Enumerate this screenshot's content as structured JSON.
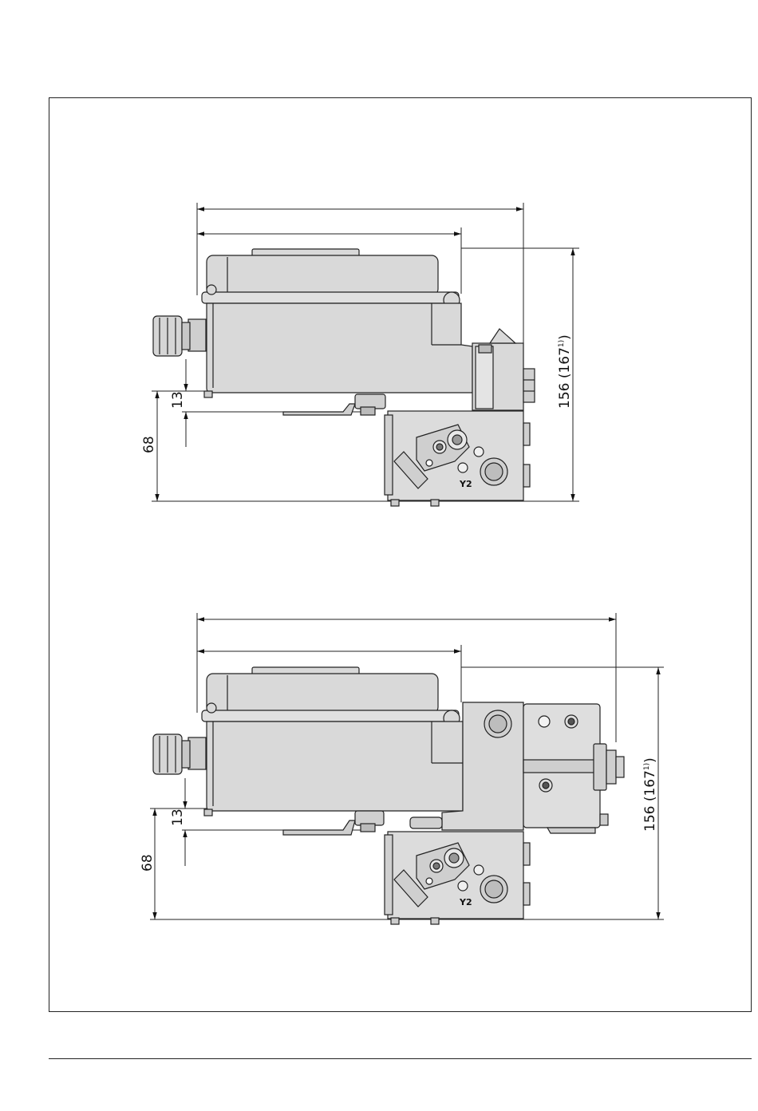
{
  "diagrams": [
    {
      "id": "top",
      "dim_height_main": "156 (167",
      "dim_height_sup": "1)",
      "dim_height_close": ")",
      "dim_68": "68",
      "dim_13": "13",
      "valve_label": "Y2"
    },
    {
      "id": "bottom",
      "dim_height_main": "156 (167",
      "dim_height_sup": "1)",
      "dim_height_close": ")",
      "dim_68": "68",
      "dim_13": "13",
      "valve_label": "Y2"
    }
  ],
  "colors": {
    "body_fill": "#d9d9d9",
    "body_light": "#e6e6e6",
    "line": "#222222"
  }
}
